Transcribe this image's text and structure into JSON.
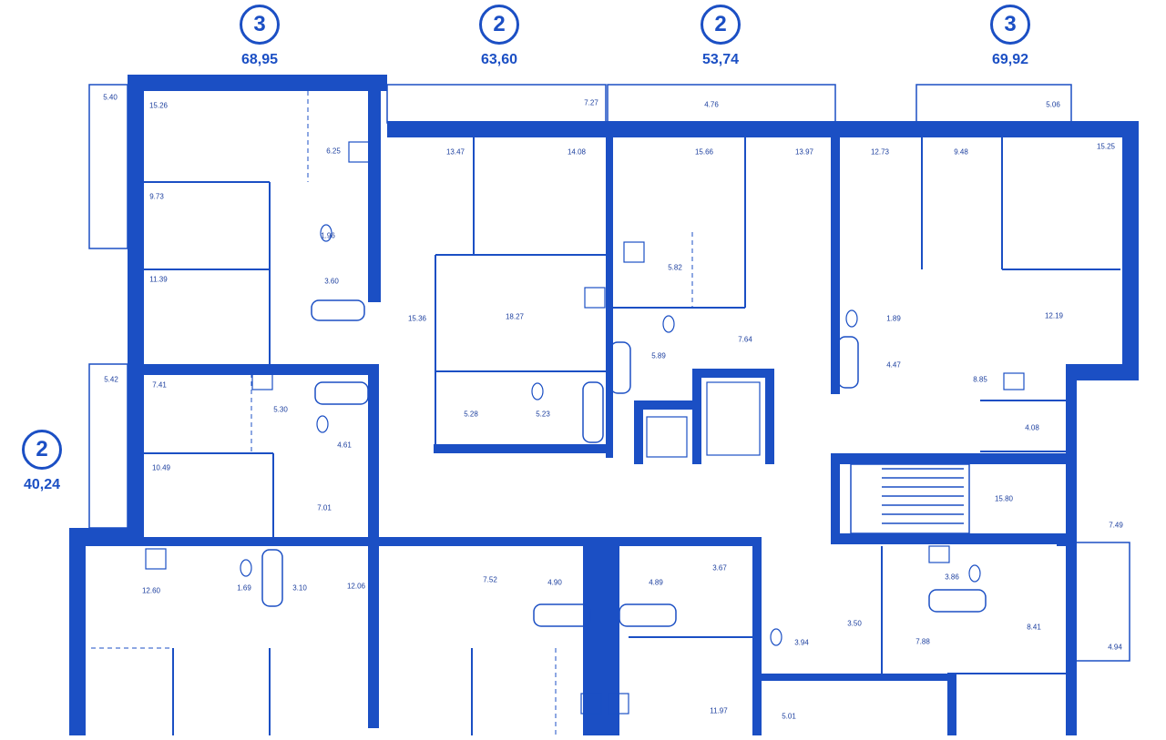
{
  "colors": {
    "wall": "#1b4fc4",
    "line": "#1b4fc4",
    "text": "#1b3e9e"
  },
  "apartments": [
    {
      "rooms": "3",
      "area": "68,95"
    },
    {
      "rooms": "2",
      "area": "63,60"
    },
    {
      "rooms": "2",
      "area": "53,74"
    },
    {
      "rooms": "3",
      "area": "69,92"
    },
    {
      "rooms": "2",
      "area": "40,24"
    }
  ],
  "room_labels": [
    "5.40",
    "15.26",
    "6.25",
    "9.73",
    "1.96",
    "3.60",
    "11.39",
    "7.27",
    "13.47",
    "14.08",
    "15.36",
    "18.27",
    "4.76",
    "15.66",
    "13.97",
    "5.82",
    "5.89",
    "7.64",
    "5.06",
    "12.73",
    "9.48",
    "15.25",
    "12.19",
    "1.89",
    "4.47",
    "8.85",
    "5.42",
    "7.41",
    "5.30",
    "4.61",
    "10.49",
    "7.01",
    "5.28",
    "5.23",
    "4.08",
    "15.80",
    "7.49",
    "12.60",
    "1.69",
    "3.10",
    "12.06",
    "7.52",
    "4.90",
    "4.89",
    "3.67",
    "3.94",
    "3.50",
    "3.86",
    "7.88",
    "8.41",
    "4.94",
    "11.97",
    "5.01"
  ]
}
